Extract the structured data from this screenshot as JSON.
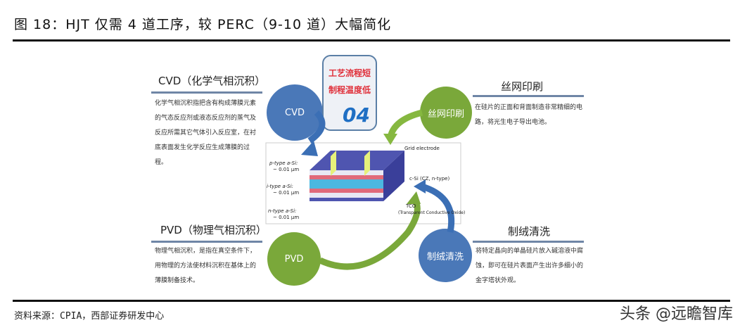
{
  "title": "图 18：HJT 仅需 4 道工序，较 PERC（9-10 道）大幅简化",
  "badge": {
    "line1": "工艺流程短",
    "line2": "制程温度低",
    "number": "04"
  },
  "steps": {
    "cvd": {
      "circle": "CVD",
      "heading": "CVD（化学气相沉积）",
      "text": "化学气相沉积指把含有构成薄膜元素的气态反应剂或液态反应剂的蒸气及反应所需其它气体引入反应室，在衬底表面发生化学反应生成薄膜的过程。"
    },
    "screen": {
      "circle": "丝网印刷",
      "heading": "丝网印刷",
      "text": "在硅片的正面和背面制造非常精细的电路，将光生电子导出电池。"
    },
    "pvd": {
      "circle": "PVD",
      "heading": "PVD（物理气相沉积）",
      "text": "物理气相沉积，是指在真空条件下，用物理的方法使材料沉积在基体上的薄膜制备技术。"
    },
    "texture": {
      "circle": "制绒清洗",
      "heading": "制绒清洗",
      "text": "将特定晶向的单晶硅片放入碱溶液中腐蚀，即可在硅片表面产生出许多细小的金字塔状外观。"
    }
  },
  "cell_labels": {
    "grid": "Grid electrode",
    "p": "p-type a-Si:",
    "p_t": "~ 0.01 μm",
    "i": "i-type a-Si:",
    "i_t": "~ 0.01 μm",
    "n": "n-type a-Si:",
    "n_t": "~ 0.01 μm",
    "csi": "c-Si (CZ, n-type)",
    "tco": "TCO",
    "tco_full": "(Transparent Conductive Oxide)"
  },
  "source": "资料来源：CPIA，西部证券研发中心",
  "watermark": "头条 @远瞻智库",
  "colors": {
    "blue": "#4a78b8",
    "green": "#7aa83a"
  }
}
